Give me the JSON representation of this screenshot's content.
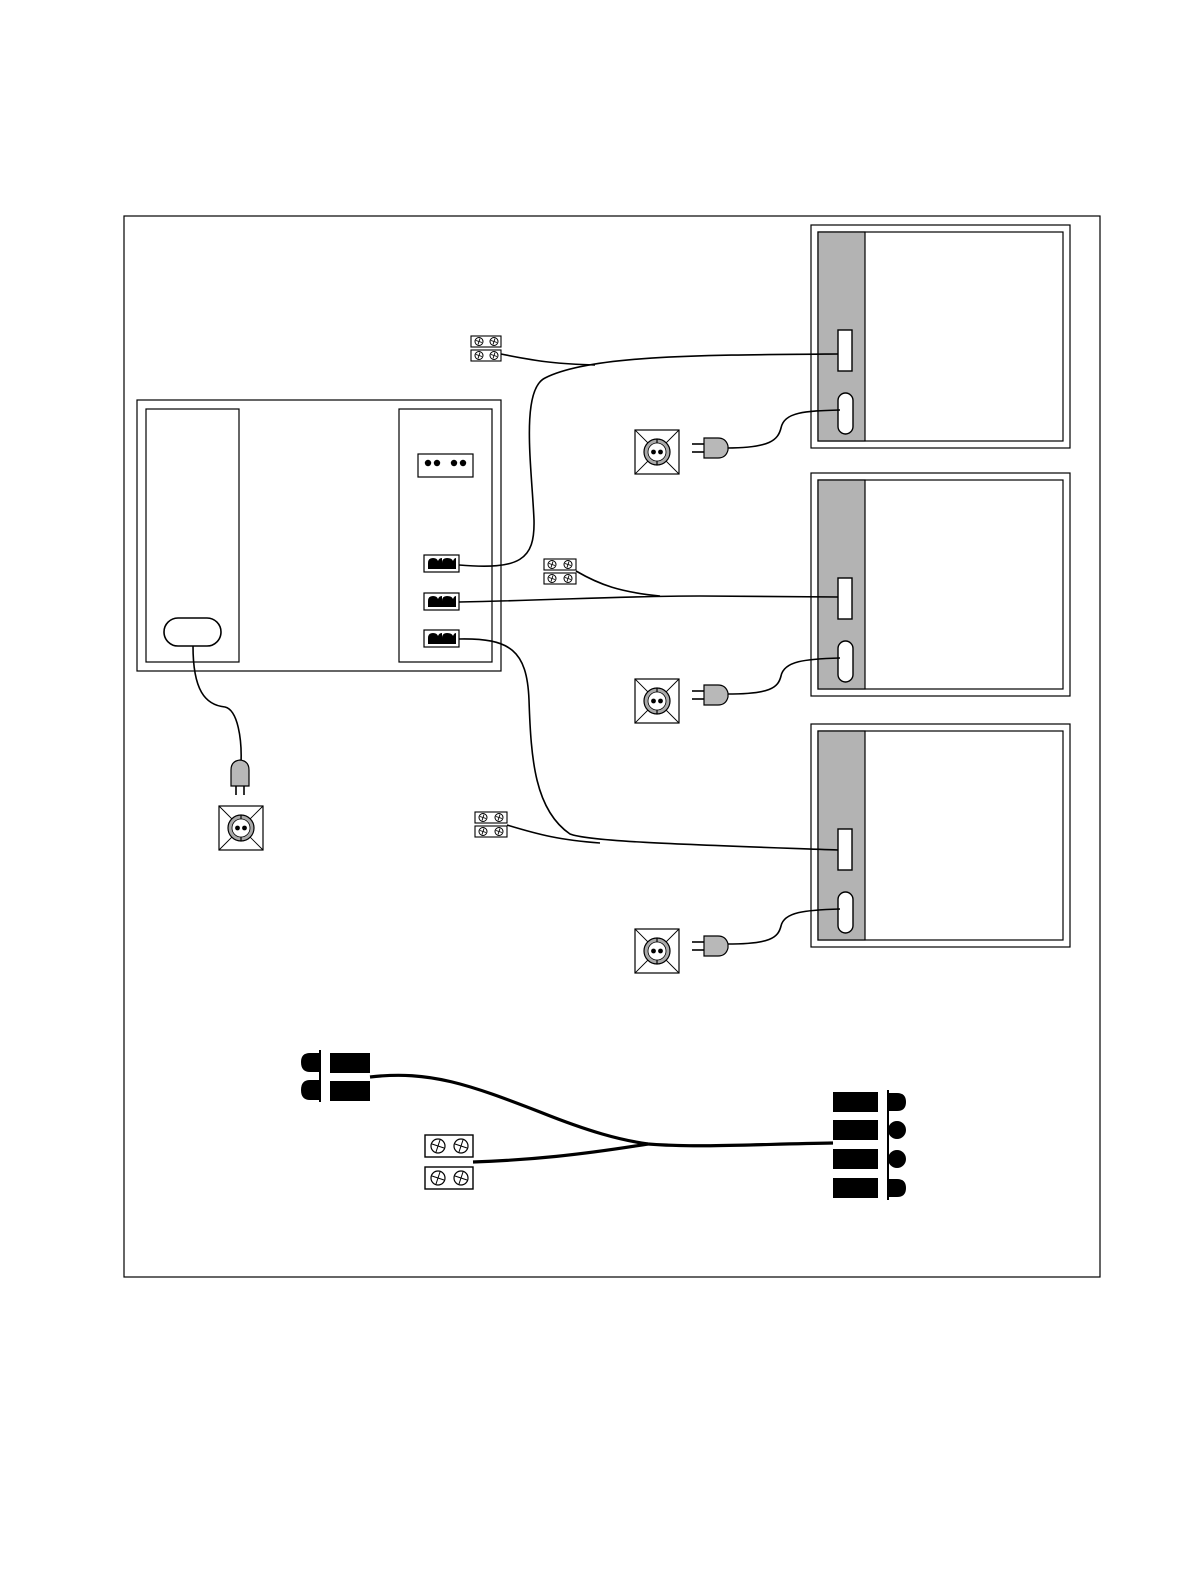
{
  "diagram": {
    "kind": "cabling-diagram",
    "colors": {
      "line": "#000000",
      "background": "#ffffff",
      "panel_fill": "#b3b3b3",
      "plug_fill": "#b8b8b8"
    },
    "central_unit": {
      "icon": "central-unit-icon",
      "status_lights": 4,
      "output_ports": 3,
      "power_socket_icon": "power-inlet-icon"
    },
    "remote_units": [
      {
        "icon": "remote-unit-icon",
        "ports": [
          "data-port-icon",
          "power-inlet-icon"
        ]
      },
      {
        "icon": "remote-unit-icon",
        "ports": [
          "data-port-icon",
          "power-inlet-icon"
        ]
      },
      {
        "icon": "remote-unit-icon",
        "ports": [
          "data-port-icon",
          "power-inlet-icon"
        ]
      }
    ],
    "wall_outlets": 4,
    "terminal_blocks": 3,
    "cable_legend": {
      "left_connector_icon": "twin-connector-icon",
      "terminal_block_icon": "screw-terminal-icon",
      "right_connector_icon": "quad-connector-icon"
    }
  }
}
